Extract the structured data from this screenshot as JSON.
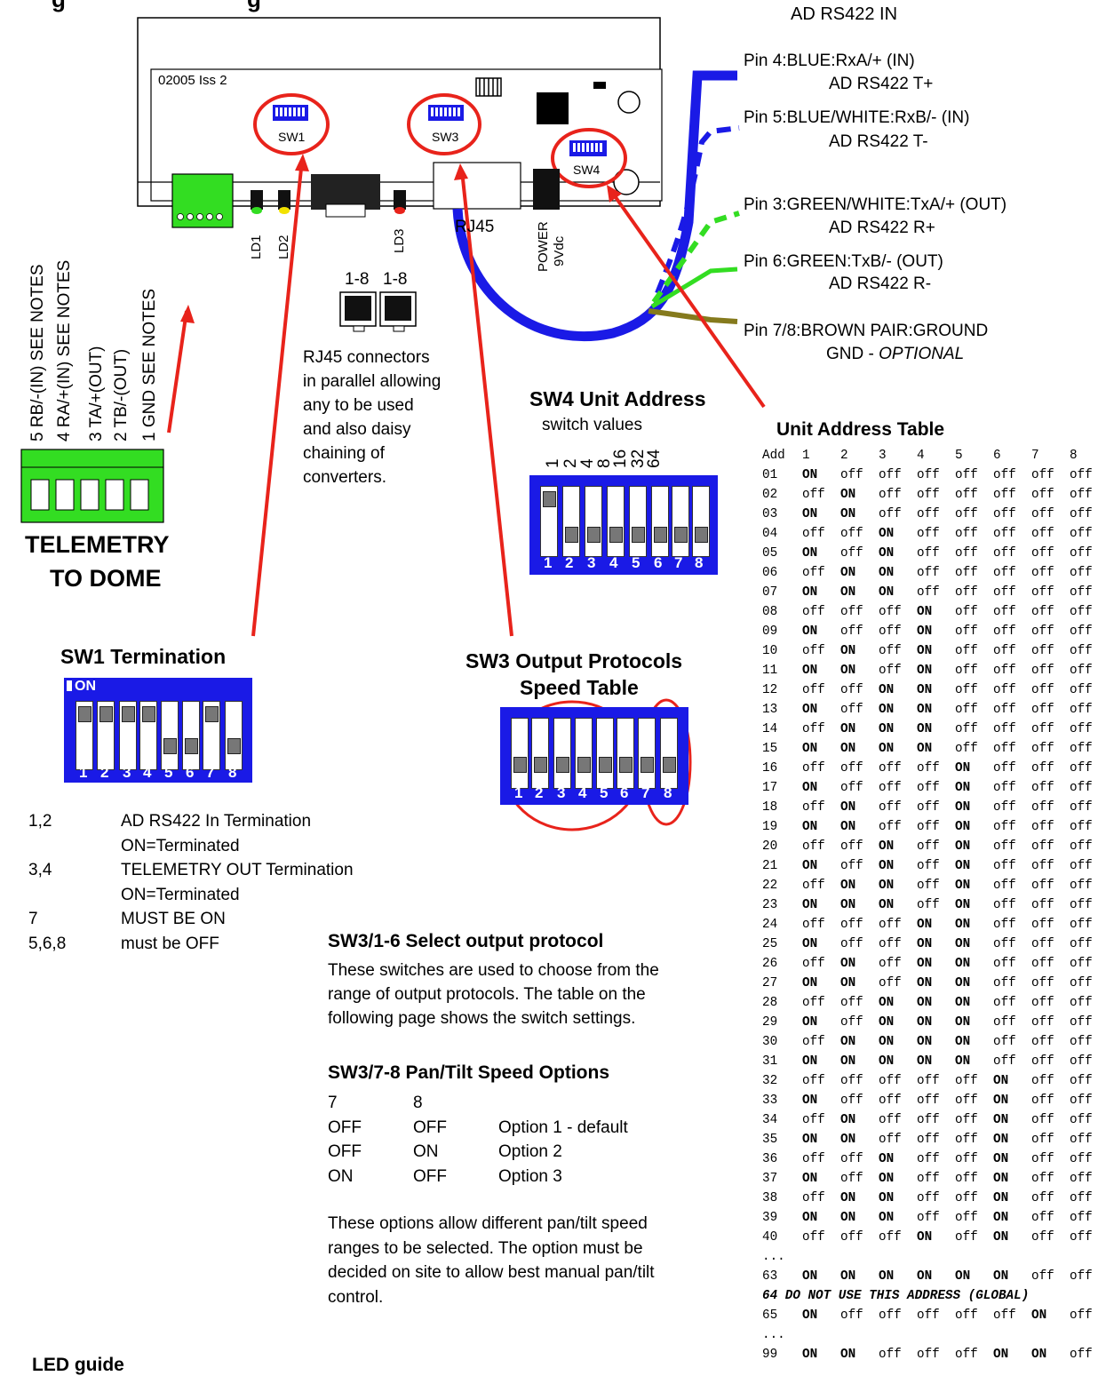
{
  "header": {
    "title_fragment": "g",
    "title_fragment2": "g",
    "ad_rs422_in": "AD RS422 IN"
  },
  "board": {
    "label": "02005 Iss 2",
    "sw1": "SW1",
    "sw3": "SW3",
    "sw4": "SW4",
    "ld1": "LD1",
    "ld2": "LD2",
    "ld3": "LD3",
    "rj45": "RJ45",
    "power": "POWER",
    "power_v": "9Vdc"
  },
  "pins": [
    {
      "line1": "Pin 4:BLUE:RxA/+ (IN)",
      "line2": "AD RS422 T+"
    },
    {
      "line1": "Pin 5:BLUE/WHITE:RxB/- (IN)",
      "line2": "AD RS422 T-"
    },
    {
      "line1": "Pin 3:GREEN/WHITE:TxA/+ (OUT)",
      "line2": "AD RS422 R+"
    },
    {
      "line1": "Pin 6:GREEN:TxB/- (OUT)",
      "line2": "AD RS422 R-"
    },
    {
      "line1": "Pin 7/8:BROWN PAIR:GROUND",
      "line2a": "GND - ",
      "line2b": "OPTIONAL"
    }
  ],
  "terminals": [
    "5 RB/-(IN) SEE NOTES",
    "4 RA/+(IN) SEE NOTES",
    "3 TA/+(OUT)",
    "2 TB/-(OUT)",
    "1 GND SEE NOTES"
  ],
  "telemetry": {
    "line1": "TELEMETRY",
    "line2": "TO DOME"
  },
  "rj45_info": {
    "port_label_1": "1-8",
    "port_label_2": "1-8",
    "lines": [
      "RJ45 connectors",
      "in parallel allowing",
      "any to be used",
      "and also daisy",
      "chaining of",
      "converters."
    ]
  },
  "sw4": {
    "title": "SW4 Unit Address",
    "subtitle": "switch values",
    "values": [
      "1",
      "2",
      "4",
      "8",
      "16",
      "32",
      "64"
    ],
    "numbers": [
      "1",
      "2",
      "3",
      "4",
      "5",
      "6",
      "7",
      "8"
    ]
  },
  "sw1": {
    "title": "SW1 Termination",
    "on_label": "ON",
    "numbers": [
      "1",
      "2",
      "3",
      "4",
      "5",
      "6",
      "7",
      "8"
    ],
    "notes": [
      {
        "key": "1,2",
        "text": "AD RS422 In Termination"
      },
      {
        "key": "",
        "text": "ON=Terminated"
      },
      {
        "key": "3,4",
        "text": "TELEMETRY OUT Termination"
      },
      {
        "key": "",
        "text": "ON=Terminated"
      },
      {
        "key": "7",
        "text": "MUST BE ON"
      },
      {
        "key": "5,6,8",
        "text": "must be OFF"
      }
    ]
  },
  "sw3": {
    "title1": "SW3 Output Protocols",
    "title2": "Speed Table",
    "numbers": [
      "1",
      "2",
      "3",
      "4",
      "5",
      "6",
      "7",
      "8"
    ]
  },
  "protocol": {
    "title": "SW3/1-6 Select output protocol",
    "lines": [
      "These switches are used to choose from the",
      "range of output protocols. The table on the",
      "following page shows the switch settings."
    ]
  },
  "speed": {
    "title": "SW3/7-8 Pan/Tilt Speed Options",
    "header": [
      "7",
      "8",
      ""
    ],
    "rows": [
      [
        "OFF",
        "OFF",
        "Option 1 - default"
      ],
      [
        "OFF",
        "ON",
        "Option 2"
      ],
      [
        "ON",
        "OFF",
        "Option 3"
      ]
    ],
    "lines": [
      "These options allow different pan/tilt speed",
      "ranges to be selected. The option must be",
      "decided on site to allow best manual pan/tilt",
      "control."
    ]
  },
  "led_guide": "LED guide",
  "address_table": {
    "title": "Unit Address Table",
    "header": [
      "Add",
      "1",
      "2",
      "3",
      "4",
      "5",
      "6",
      "7",
      "8"
    ],
    "rows": [
      [
        "01",
        "ON",
        "off",
        "off",
        "off",
        "off",
        "off",
        "off",
        "off"
      ],
      [
        "02",
        "off",
        "ON",
        "off",
        "off",
        "off",
        "off",
        "off",
        "off"
      ],
      [
        "03",
        "ON",
        "ON",
        "off",
        "off",
        "off",
        "off",
        "off",
        "off"
      ],
      [
        "04",
        "off",
        "off",
        "ON",
        "off",
        "off",
        "off",
        "off",
        "off"
      ],
      [
        "05",
        "ON",
        "off",
        "ON",
        "off",
        "off",
        "off",
        "off",
        "off"
      ],
      [
        "06",
        "off",
        "ON",
        "ON",
        "off",
        "off",
        "off",
        "off",
        "off"
      ],
      [
        "07",
        "ON",
        "ON",
        "ON",
        "off",
        "off",
        "off",
        "off",
        "off"
      ],
      [
        "08",
        "off",
        "off",
        "off",
        "ON",
        "off",
        "off",
        "off",
        "off"
      ],
      [
        "09",
        "ON",
        "off",
        "off",
        "ON",
        "off",
        "off",
        "off",
        "off"
      ],
      [
        "10",
        "off",
        "ON",
        "off",
        "ON",
        "off",
        "off",
        "off",
        "off"
      ],
      [
        "11",
        "ON",
        "ON",
        "off",
        "ON",
        "off",
        "off",
        "off",
        "off"
      ],
      [
        "12",
        "off",
        "off",
        "ON",
        "ON",
        "off",
        "off",
        "off",
        "off"
      ],
      [
        "13",
        "ON",
        "off",
        "ON",
        "ON",
        "off",
        "off",
        "off",
        "off"
      ],
      [
        "14",
        "off",
        "ON",
        "ON",
        "ON",
        "off",
        "off",
        "off",
        "off"
      ],
      [
        "15",
        "ON",
        "ON",
        "ON",
        "ON",
        "off",
        "off",
        "off",
        "off"
      ],
      [
        "16",
        "off",
        "off",
        "off",
        "off",
        "ON",
        "off",
        "off",
        "off"
      ],
      [
        "17",
        "ON",
        "off",
        "off",
        "off",
        "ON",
        "off",
        "off",
        "off"
      ],
      [
        "18",
        "off",
        "ON",
        "off",
        "off",
        "ON",
        "off",
        "off",
        "off"
      ],
      [
        "19",
        "ON",
        "ON",
        "off",
        "off",
        "ON",
        "off",
        "off",
        "off"
      ],
      [
        "20",
        "off",
        "off",
        "ON",
        "off",
        "ON",
        "off",
        "off",
        "off"
      ],
      [
        "21",
        "ON",
        "off",
        "ON",
        "off",
        "ON",
        "off",
        "off",
        "off"
      ],
      [
        "22",
        "off",
        "ON",
        "ON",
        "off",
        "ON",
        "off",
        "off",
        "off"
      ],
      [
        "23",
        "ON",
        "ON",
        "ON",
        "off",
        "ON",
        "off",
        "off",
        "off"
      ],
      [
        "24",
        "off",
        "off",
        "off",
        "ON",
        "ON",
        "off",
        "off",
        "off"
      ],
      [
        "25",
        "ON",
        "off",
        "off",
        "ON",
        "ON",
        "off",
        "off",
        "off"
      ],
      [
        "26",
        "off",
        "ON",
        "off",
        "ON",
        "ON",
        "off",
        "off",
        "off"
      ],
      [
        "27",
        "ON",
        "ON",
        "off",
        "ON",
        "ON",
        "off",
        "off",
        "off"
      ],
      [
        "28",
        "off",
        "off",
        "ON",
        "ON",
        "ON",
        "off",
        "off",
        "off"
      ],
      [
        "29",
        "ON",
        "off",
        "ON",
        "ON",
        "ON",
        "off",
        "off",
        "off"
      ],
      [
        "30",
        "off",
        "ON",
        "ON",
        "ON",
        "ON",
        "off",
        "off",
        "off"
      ],
      [
        "31",
        "ON",
        "ON",
        "ON",
        "ON",
        "ON",
        "off",
        "off",
        "off"
      ],
      [
        "32",
        "off",
        "off",
        "off",
        "off",
        "off",
        "ON",
        "off",
        "off"
      ],
      [
        "33",
        "ON",
        "off",
        "off",
        "off",
        "off",
        "ON",
        "off",
        "off"
      ],
      [
        "34",
        "off",
        "ON",
        "off",
        "off",
        "off",
        "ON",
        "off",
        "off"
      ],
      [
        "35",
        "ON",
        "ON",
        "off",
        "off",
        "off",
        "ON",
        "off",
        "off"
      ],
      [
        "36",
        "off",
        "off",
        "ON",
        "off",
        "off",
        "ON",
        "off",
        "off"
      ],
      [
        "37",
        "ON",
        "off",
        "ON",
        "off",
        "off",
        "ON",
        "off",
        "off"
      ],
      [
        "38",
        "off",
        "ON",
        "ON",
        "off",
        "off",
        "ON",
        "off",
        "off"
      ],
      [
        "39",
        "ON",
        "ON",
        "ON",
        "off",
        "off",
        "ON",
        "off",
        "off"
      ],
      [
        "40",
        "off",
        "off",
        "off",
        "ON",
        "off",
        "ON",
        "off",
        "off"
      ],
      [
        "...",
        "",
        "",
        "",
        "",
        "",
        "",
        "",
        ""
      ],
      [
        "63",
        "ON",
        "ON",
        "ON",
        "ON",
        "ON",
        "ON",
        "off",
        "off"
      ],
      [
        "64 DO NOT USE THIS ADDRESS (GLOBAL)"
      ],
      [
        "65",
        "ON",
        "off",
        "off",
        "off",
        "off",
        "off",
        "ON",
        "off"
      ],
      [
        "...",
        "",
        "",
        "",
        "",
        "",
        "",
        "",
        ""
      ],
      [
        "99",
        "ON",
        "ON",
        "off",
        "off",
        "off",
        "ON",
        "ON",
        "off"
      ]
    ]
  },
  "colors": {
    "dip_blue": "#1a1ae6",
    "arrow_red": "#e8231b",
    "connector_green": "#33dd22",
    "cable_blue": "#1a1ae6",
    "brown": "#857a1d"
  }
}
